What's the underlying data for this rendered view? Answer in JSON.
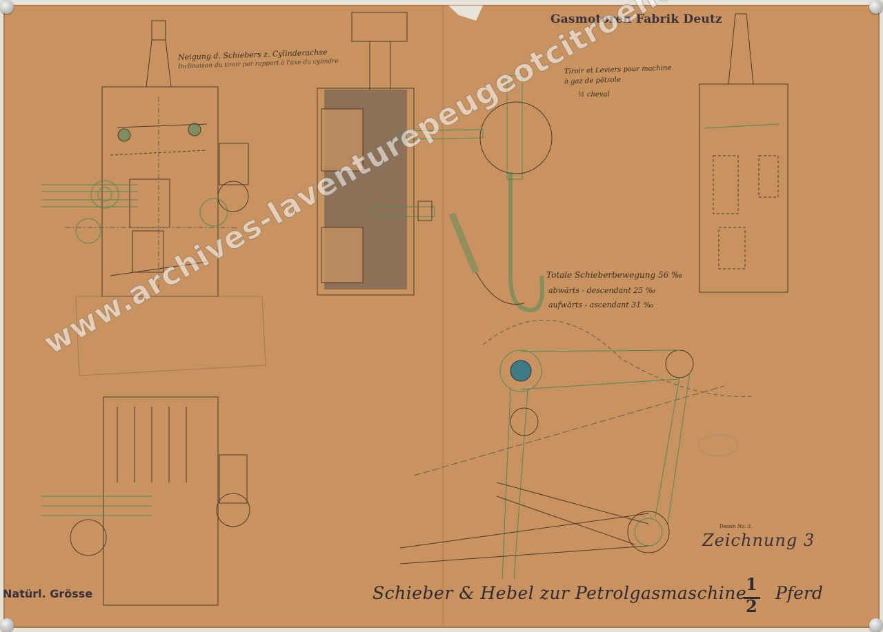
{
  "drawing": {
    "company": "Gasmotoren Fabrik Deutz",
    "inclination_label_de": "Neigung d. Schiebers z. Cylinderachse",
    "inclination_label_fr": "Inclinaison du tiroir par rapport à l'axe du cylindre",
    "notes_fr": [
      "Tiroir et Leviers pour machine",
      "à gaz de pétrole",
      "½ cheval"
    ],
    "travel_total": "Totale Schieberbewegung 56 ‰",
    "travel_down": "abwärts - descendant 25 ‰",
    "travel_up": "aufwärts - ascendant 31 ‰",
    "drawing_number_small": "Dessin No. 3.",
    "drawing_number": "Zeichnung 3",
    "scale_note": "Natürl. Grösse",
    "main_title": "Schieber & Hebel zur Petrolgasmaschine",
    "fraction_numerator": "1",
    "fraction_denominator": "2",
    "unit": "Pferd",
    "watermark": "www.archives-laventurepeugeotcitroends.com"
  },
  "colors": {
    "paper": "#c99463",
    "ink": "#4a3a2e",
    "green_ink": "#4f8a5a",
    "fill_grey": "#5c5650",
    "watermark": "#ffffff"
  }
}
